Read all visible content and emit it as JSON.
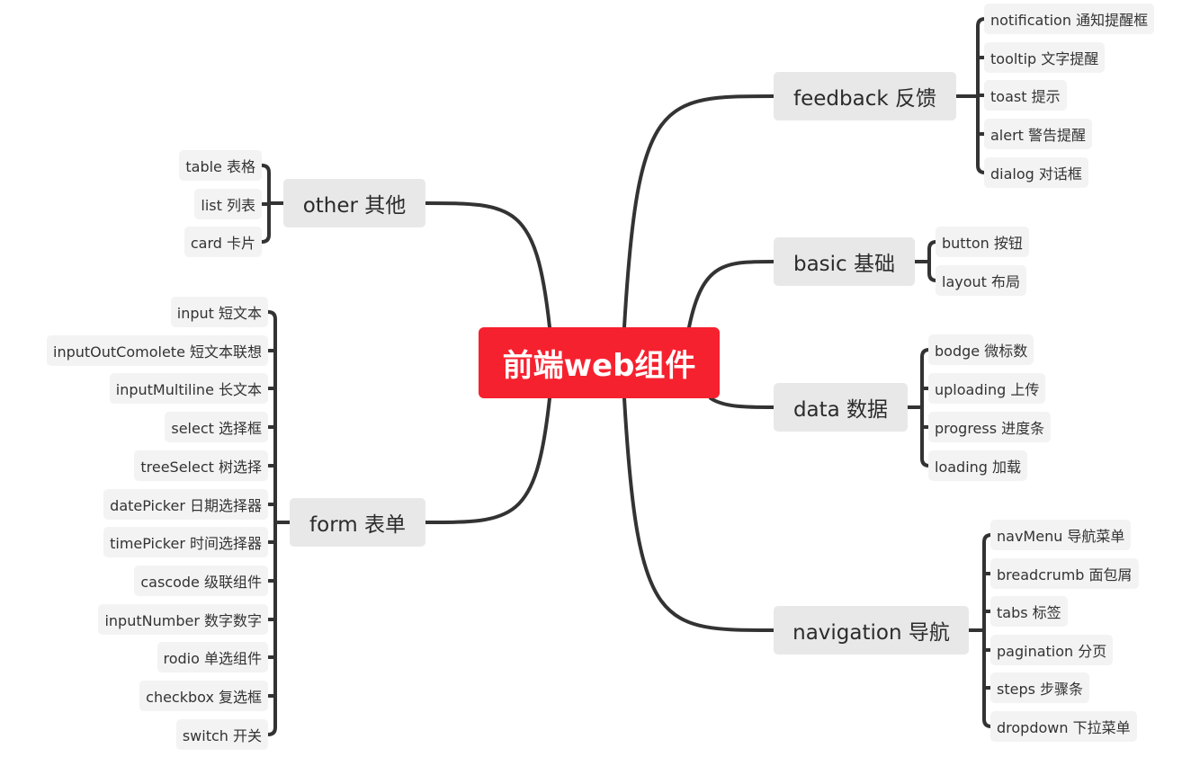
{
  "colors": {
    "root_bg": "#f6212f",
    "line": "#333333",
    "topic_bg": "#e8e8e8",
    "leaf_bg": "#f3f3f3"
  },
  "root": {
    "label": "前端web组件"
  },
  "topics": {
    "feedback": {
      "label": "feedback 反馈",
      "items": [
        "notification 通知提醒框",
        "tooltip 文字提醒",
        "toast 提示",
        "alert 警告提醒",
        "dialog 对话框"
      ]
    },
    "basic": {
      "label": "basic 基础",
      "items": [
        "button 按钮",
        "layout 布局"
      ]
    },
    "data": {
      "label": "data 数据",
      "items": [
        "bodge 微标数",
        "uploading 上传",
        "progress 进度条",
        "loading 加载"
      ]
    },
    "navigation": {
      "label": "navigation 导航",
      "items": [
        "navMenu 导航菜单",
        "breadcrumb 面包屑",
        "tabs 标签",
        "pagination 分页",
        "steps 步骤条",
        "dropdown 下拉菜单"
      ]
    },
    "other": {
      "label": "other 其他",
      "items": [
        "table 表格",
        "list 列表",
        "card 卡片"
      ]
    },
    "form": {
      "label": "form 表单",
      "items": [
        "input 短文本",
        "inputOutComolete 短文本联想",
        "inputMultiline 长文本",
        "select  选择框",
        "treeSelect 树选择",
        "datePicker 日期选择器",
        "timePicker 时间选择器",
        "cascode 级联组件",
        "inputNumber 数字数字",
        "rodio 单选组件",
        "checkbox 复选框",
        "switch 开关"
      ]
    }
  }
}
